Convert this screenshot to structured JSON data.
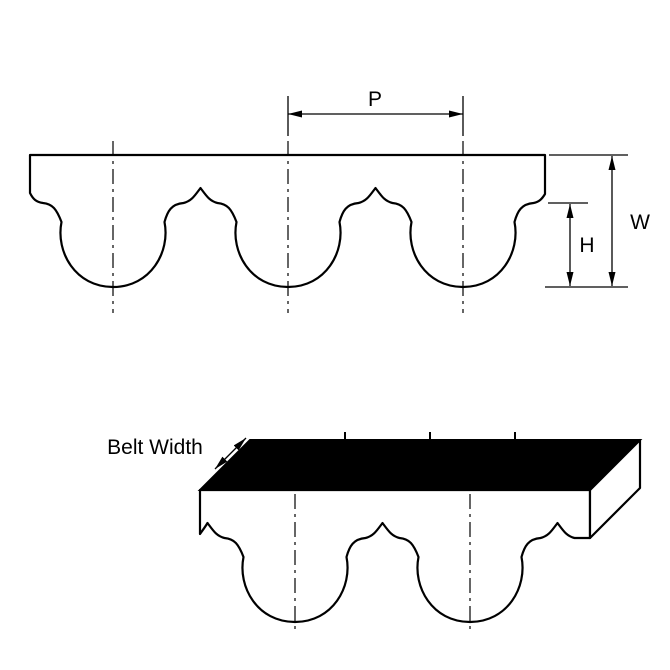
{
  "diagram": {
    "name": "timing-belt-tooth-profile",
    "colors": {
      "line": "#000000",
      "belt_fill": "#ffffff",
      "top_face_fill": "#000000",
      "background": "#ffffff"
    },
    "labels": {
      "pitch": "P",
      "overall_height": "W",
      "tooth_height": "H",
      "belt_width": "Belt Width"
    }
  }
}
